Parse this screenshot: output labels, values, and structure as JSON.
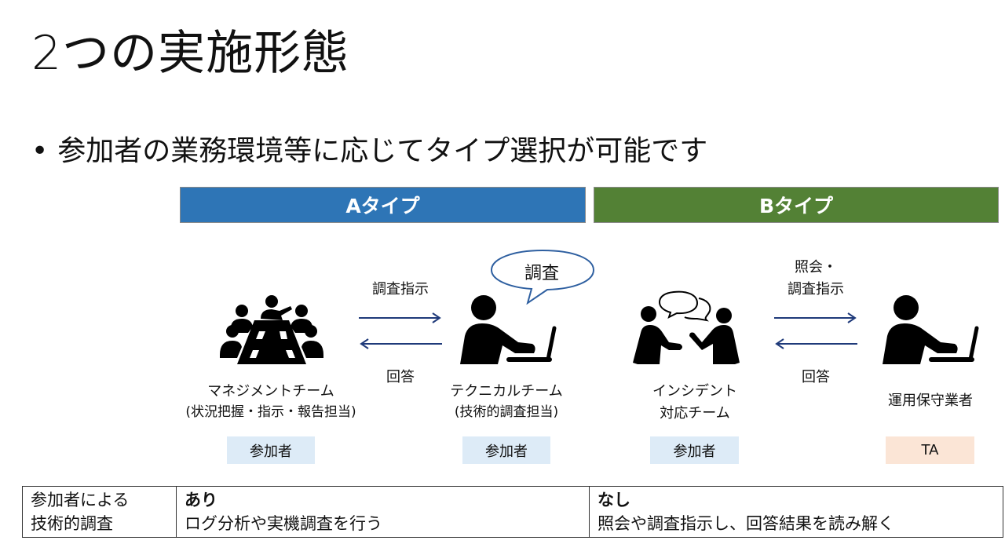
{
  "slide": {
    "title": "2つの実施形態",
    "bullet": "参加者の業務環境等に応じてタイプ選択が可能です"
  },
  "types": {
    "a": {
      "label": "Aタイプ",
      "color": "#2e75b6"
    },
    "b": {
      "label": "Bタイプ",
      "color": "#538135"
    }
  },
  "actors": {
    "management": {
      "name": "マネジメントチーム",
      "role": "(状況把握・指示・報告担当)",
      "tag": "参加者",
      "icon": "meeting-table-icon"
    },
    "technical": {
      "name": "テクニカルチーム",
      "role": "(技術的調査担当)",
      "tag": "参加者",
      "bubble": "調査",
      "icon": "person-laptop-icon"
    },
    "incident": {
      "name_line1": "インシデント",
      "name_line2": "対応チーム",
      "tag": "参加者",
      "icon": "two-people-talking-icon"
    },
    "vendor": {
      "name": "運用保守業者",
      "tag": "TA",
      "icon": "person-laptop-icon"
    }
  },
  "flows": {
    "a_forward": "調査指示",
    "a_back": "回答",
    "b_forward_line1": "照会・",
    "b_forward_line2": "調査指示",
    "b_back": "回答"
  },
  "table": {
    "header_line1": "参加者による",
    "header_line2": "技術的調査",
    "a_title": "あり",
    "a_desc": "ログ分析や実機調査を行う",
    "b_title": "なし",
    "b_desc": "照会や調査指示し、回答結果を読み解く"
  },
  "colors": {
    "arrow": "#1f3a7a",
    "tag_participant": "#ddebf7",
    "tag_ta": "#fbe5d6"
  }
}
